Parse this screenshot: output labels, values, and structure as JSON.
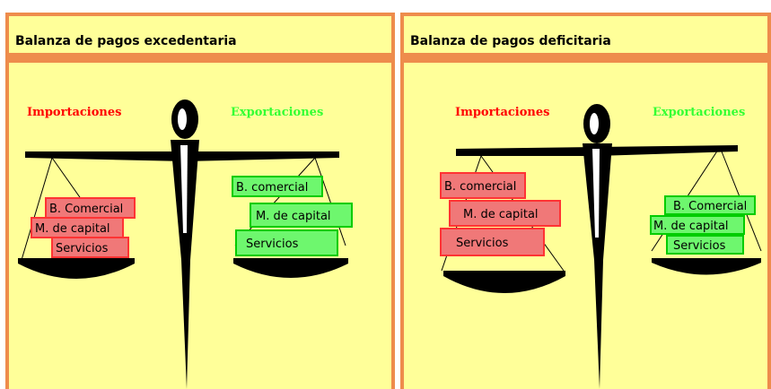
{
  "colors": {
    "frame": "#ee8c4c",
    "panel": "#ffff99",
    "imports_label": "#ff0000",
    "exports_label": "#33ff33",
    "imports_box": "#f07878",
    "exports_box": "#6ef76e",
    "scale": "#000000"
  },
  "left": {
    "title": "Balanza de pagos excedentaria",
    "imports_label": "Importaciones",
    "exports_label": "Exportaciones",
    "imports_items": [
      "B. Comercial",
      "M. de capital",
      "Servicios"
    ],
    "exports_items": [
      "B. comercial",
      "M. de capital",
      "Servicios"
    ]
  },
  "right": {
    "title": "Balanza de pagos deficitaria",
    "imports_label": "Importaciones",
    "exports_label": "Exportaciones",
    "imports_items": [
      "B. comercial",
      "M. de capital",
      "Servicios"
    ],
    "exports_items": [
      "B. Comercial",
      "M. de capital",
      "Servicios"
    ]
  }
}
